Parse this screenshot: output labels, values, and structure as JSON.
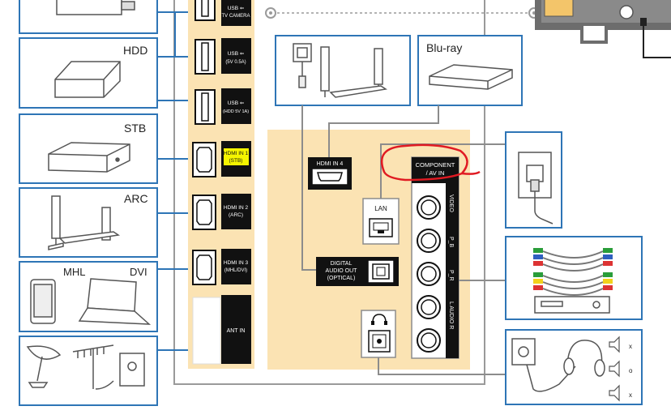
{
  "devices": {
    "hdd": "HDD",
    "stb": "STB",
    "arc": "ARC",
    "mhl": "MHL",
    "dvi": "DVI",
    "bluray": "Blu-ray"
  },
  "ports": {
    "usb1": [
      "USB ⇐",
      "TV CAMERA"
    ],
    "usb2": [
      "USB ⇐",
      "(5V 0.5A)"
    ],
    "usb3": [
      "USB ⇐",
      "(HDD 5V 1A)"
    ],
    "hdmi1": [
      "HDMI IN 1",
      "(STB)"
    ],
    "hdmi2": [
      "HDMI IN 2",
      "(ARC)"
    ],
    "hdmi3": [
      "HDMI IN 3",
      "(MHL/DVI)"
    ],
    "ant": "ANT IN",
    "hdmi4": "HDMI IN 4",
    "lan": "LAN",
    "optical": [
      "DIGITAL",
      "AUDIO OUT",
      "(OPTICAL)"
    ],
    "component": [
      "COMPONENT",
      "/ AV IN"
    ],
    "jack_labels": [
      "VIDEO",
      "P_B",
      "P_R",
      "L AUDIO R"
    ],
    "headphone_speaker_labels": [
      "x",
      "o",
      "x"
    ]
  },
  "colors": {
    "device_border": "#2e75b6",
    "panel_fill": "#fbe3b3",
    "port_fill": "#111111",
    "highlight": "#f5f500",
    "annotation": "#e01a22",
    "tv_body": "#6d6d6d"
  }
}
